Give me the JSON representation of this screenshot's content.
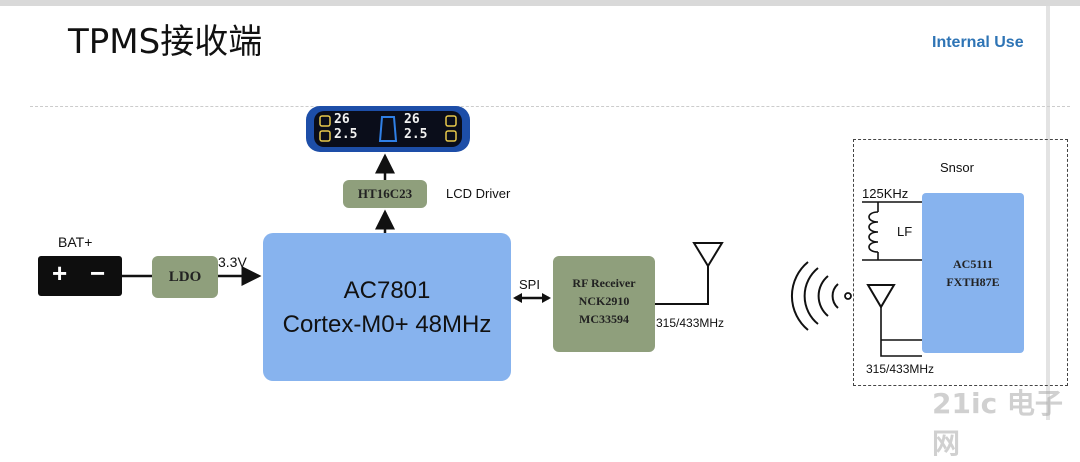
{
  "header": {
    "title": "TPMS接收端",
    "classification": "Internal Use"
  },
  "diagram": {
    "lcd": {
      "readings": [
        "26",
        "2.5",
        "26",
        "2.5"
      ]
    },
    "lcd_driver": {
      "chip": "HT16C23",
      "label": "LCD Driver"
    },
    "battery": {
      "label": "BAT+",
      "plus": "+",
      "minus": "−"
    },
    "ldo": {
      "label": "LDO",
      "voltage": "3.3V"
    },
    "mcu": {
      "name": "AC7801",
      "core": "Cortex-M0+ 48MHz"
    },
    "bus": {
      "label": "SPI"
    },
    "rf": {
      "line1": "RF Receiver",
      "line2": "NCK2910",
      "line3": "MC33594",
      "frequency": "315/433MHz"
    },
    "sensor": {
      "title": "Snsor",
      "lf_freq": "125KHz",
      "lf_label": "LF",
      "chip_line1": "AC5111",
      "chip_line2": "FXTH87E",
      "rf_freq": "315/433MHz"
    }
  },
  "watermark": "21ic 电子网",
  "colors": {
    "mcu": "#87b3ee",
    "olive": "#8f9f7c",
    "accent": "#2e74b5"
  }
}
